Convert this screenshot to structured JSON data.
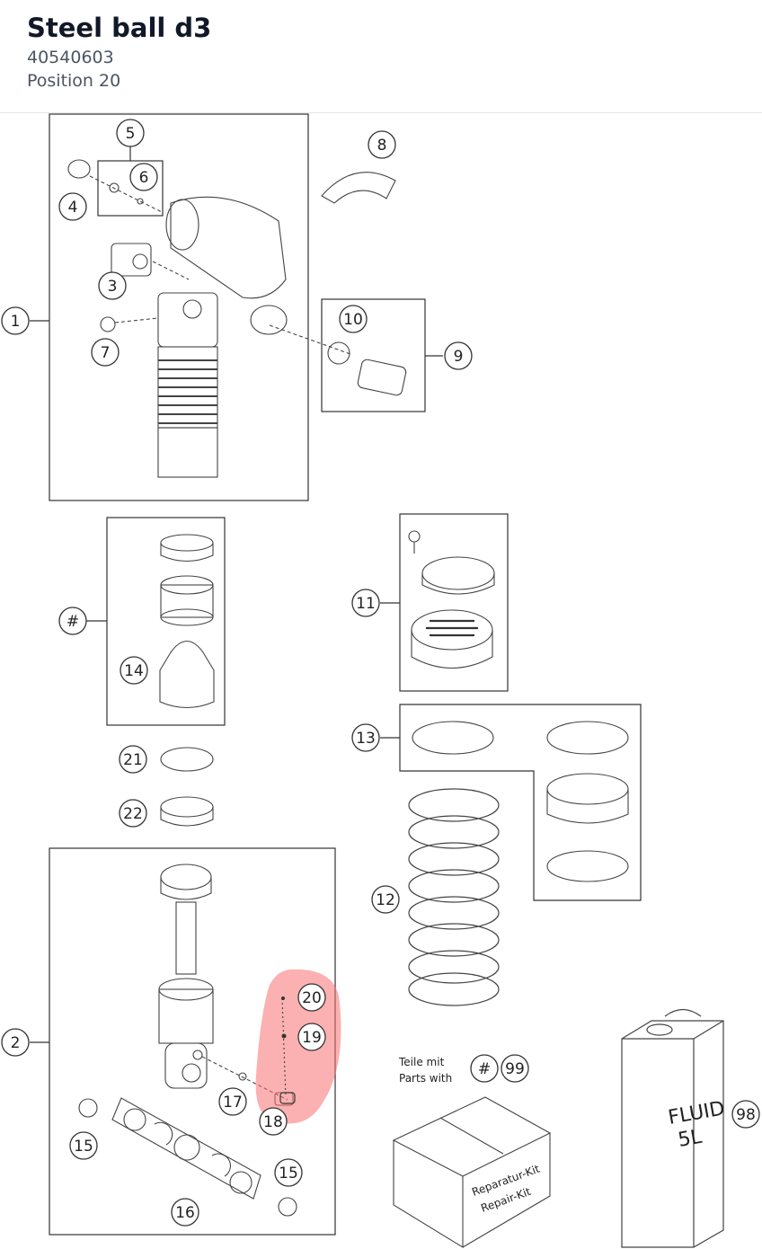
{
  "header": {
    "title": "Steel ball d3",
    "part_number": "40540603",
    "position": "Position 20"
  },
  "diagram": {
    "highlight_color": "#f87171",
    "callouts": [
      "1",
      "2",
      "3",
      "4",
      "5",
      "6",
      "7",
      "8",
      "9",
      "10",
      "11",
      "12",
      "13",
      "14",
      "15",
      "16",
      "17",
      "18",
      "19",
      "20",
      "21",
      "22",
      "98",
      "99",
      "#"
    ],
    "highlighted": [
      "18",
      "19",
      "20"
    ],
    "kit_note_de": "Teile mit",
    "kit_note_en": "Parts with",
    "kit_box_text_1": "Reparatur-Kit",
    "kit_box_text_2": "Repair-Kit",
    "fluid_can_text_1": "FLUID",
    "fluid_can_text_2": "5L"
  }
}
